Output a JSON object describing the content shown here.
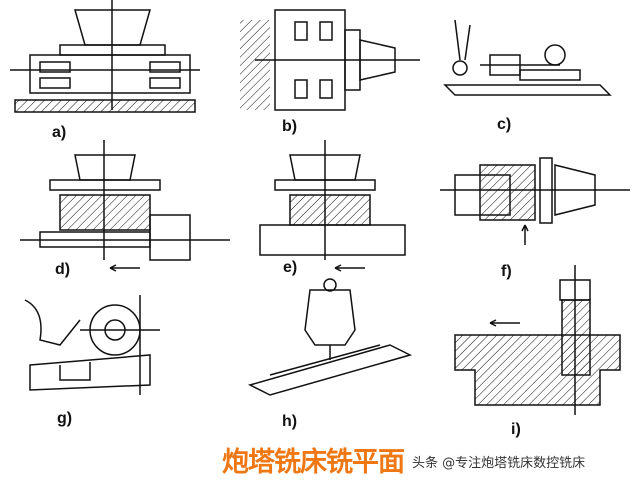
{
  "panels": [
    {
      "label": "a)"
    },
    {
      "label": "b)"
    },
    {
      "label": "c)"
    },
    {
      "label": "d)"
    },
    {
      "label": "e)"
    },
    {
      "label": "f)"
    },
    {
      "label": "g)"
    },
    {
      "label": "h)"
    },
    {
      "label": "i)"
    }
  ],
  "title": "炮塔铣床铣平面",
  "watermark": "头条 @专注炮塔铣床数控铣床",
  "colors": {
    "title": "#f07814",
    "ink": "#111111"
  }
}
